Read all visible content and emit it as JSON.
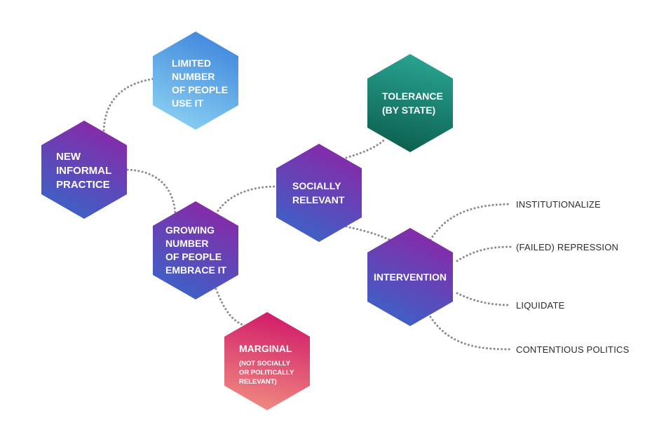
{
  "diagram": {
    "nodes": {
      "new_practice": {
        "lines": [
          "NEW",
          "INFORMAL",
          "PRACTICE"
        ]
      },
      "limited": {
        "lines": [
          "LIMITED",
          "NUMBER",
          "OF PEOPLE",
          "USE IT"
        ]
      },
      "growing": {
        "lines": [
          "GROWING",
          "NUMBER",
          "OF PEOPLE",
          "EMBRACE IT"
        ]
      },
      "marginal": {
        "lines": [
          "MARGINAL"
        ],
        "sublines": [
          "(NOT SOCIALLY",
          "OR POLITICALLY",
          "RELEVANT)"
        ]
      },
      "socially": {
        "lines": [
          "SOCIALLY",
          "RELEVANT"
        ]
      },
      "tolerance": {
        "lines": [
          "TOLERANCE",
          "(BY STATE)"
        ]
      },
      "intervention": {
        "lines": [
          "INTERVENTION"
        ]
      }
    },
    "outcomes": [
      "INSTITUTIONALIZE",
      "(FAILED) REPRESSION",
      "LIQUIDATE",
      "CONTENTIOUS POLITICS"
    ],
    "colors": {
      "purple_top": "#8a27a6",
      "purple_bottom": "#3b63c8",
      "lightblue_top": "#3f86dc",
      "lightblue_bottom": "#8ad0f3",
      "teal_top": "#2aa493",
      "teal_bottom": "#0c5f4e",
      "pink_top": "#d11a69",
      "pink_bottom": "#ef8a80",
      "connector": "#8a8a8a",
      "outcome_text": "#2b2b2b"
    }
  }
}
